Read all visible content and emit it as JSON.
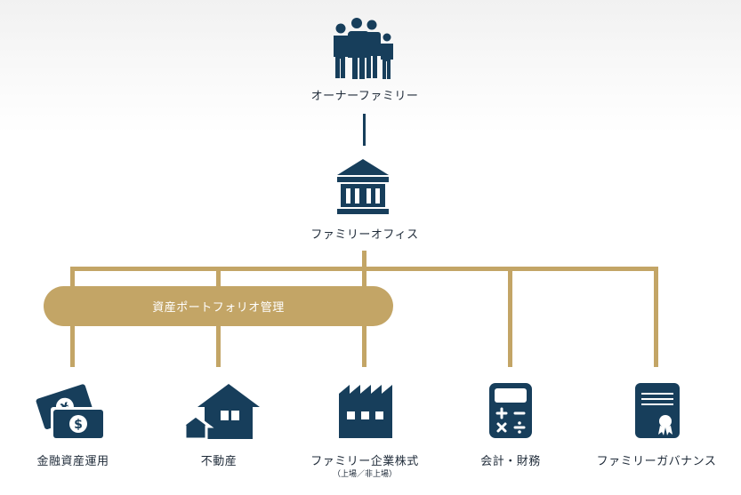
{
  "colors": {
    "navy": "#173e5b",
    "gold": "#c3a566",
    "text": "#1e2a38"
  },
  "top_node": {
    "label": "オーナーファミリー",
    "icon": "family-icon"
  },
  "middle_node": {
    "label": "ファミリーオフィス",
    "icon": "bank-icon"
  },
  "bar_label": "資産ポートフォリオ管理",
  "bottom_nodes": [
    {
      "label": "金融資産運用",
      "icon": "money-bills-icon"
    },
    {
      "label": "不動産",
      "icon": "houses-icon"
    },
    {
      "label": "ファミリー企業株式",
      "sublabel": "（上場／非上場）",
      "icon": "factory-icon"
    },
    {
      "label": "会計・財務",
      "icon": "calculator-icon"
    },
    {
      "label": "ファミリーガバナンス",
      "icon": "certificate-icon"
    }
  ]
}
